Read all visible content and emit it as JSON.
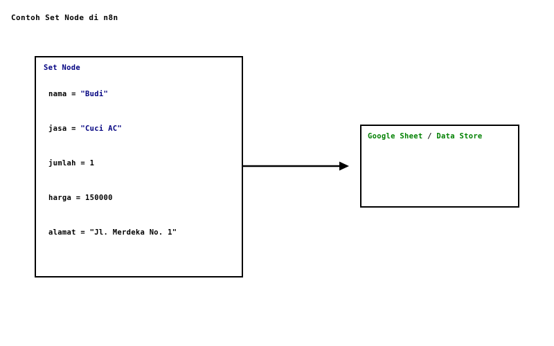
{
  "page": {
    "title": "Contoh Set Node di n8n",
    "background": "#ffffff"
  },
  "colors": {
    "border": "#000000",
    "set_node_accent": "#000080",
    "sheet_node_accent": "#008000",
    "string_value": "#000080",
    "number_value": "#000000",
    "arrow": "#000000"
  },
  "set_node": {
    "header": "Set Node",
    "fields": [
      {
        "key": "nama",
        "eq": "=",
        "value": "\"Budi\"",
        "type": "string"
      },
      {
        "key": "jasa",
        "eq": "=",
        "value": "\"Cuci AC\"",
        "type": "string"
      },
      {
        "key": "jumlah",
        "eq": "=",
        "value": "1",
        "type": "number"
      },
      {
        "key": "harga",
        "eq": "=",
        "value": "150000",
        "type": "number"
      },
      {
        "key": "alamat",
        "eq": "=",
        "value": "\"Jl. Merdeka No. 1\"",
        "type": "plain"
      }
    ]
  },
  "sheet_node": {
    "header_parts": [
      {
        "text": "Google Sheet",
        "style": "green"
      },
      {
        "text": " / ",
        "style": "sep"
      },
      {
        "text": "Data Store",
        "style": "green"
      }
    ],
    "header_full": "Google Sheet / Data Store",
    "body": ""
  },
  "connector": {
    "label": "",
    "direction": "left-to-right",
    "from": "set_node",
    "to": "sheet_node"
  }
}
